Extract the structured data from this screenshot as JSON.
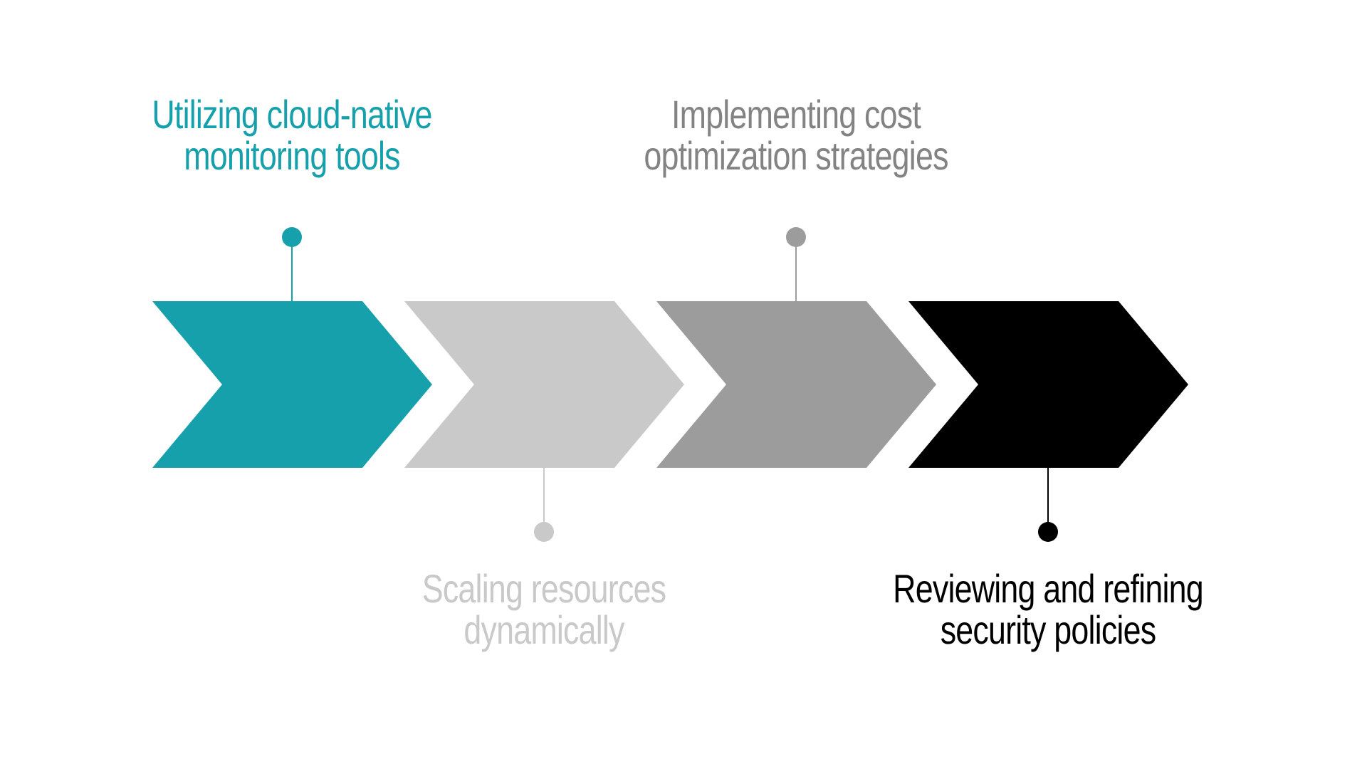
{
  "diagram": {
    "background": "#ffffff",
    "type": "chevron-process",
    "steps": [
      {
        "line1": "Utilizing cloud-native",
        "line2": "monitoring tools",
        "label_position": "above",
        "shape_color": "#16a0ab",
        "text_color": "#16a0ab",
        "connector_color": "#16a0ab"
      },
      {
        "line1": "Scaling resources",
        "line2": "dynamically",
        "label_position": "below",
        "shape_color": "#c9c9c9",
        "text_color": "#c9c9c9",
        "connector_color": "#c9c9c9"
      },
      {
        "line1": "Implementing cost",
        "line2": "optimization strategies",
        "label_position": "above",
        "shape_color": "#9c9c9c",
        "text_color": "#838383",
        "connector_color": "#9c9c9c"
      },
      {
        "line1": "Reviewing and refining",
        "line2": "security policies",
        "label_position": "below",
        "shape_color": "#000000",
        "text_color": "#000000",
        "connector_color": "#000000"
      }
    ]
  }
}
